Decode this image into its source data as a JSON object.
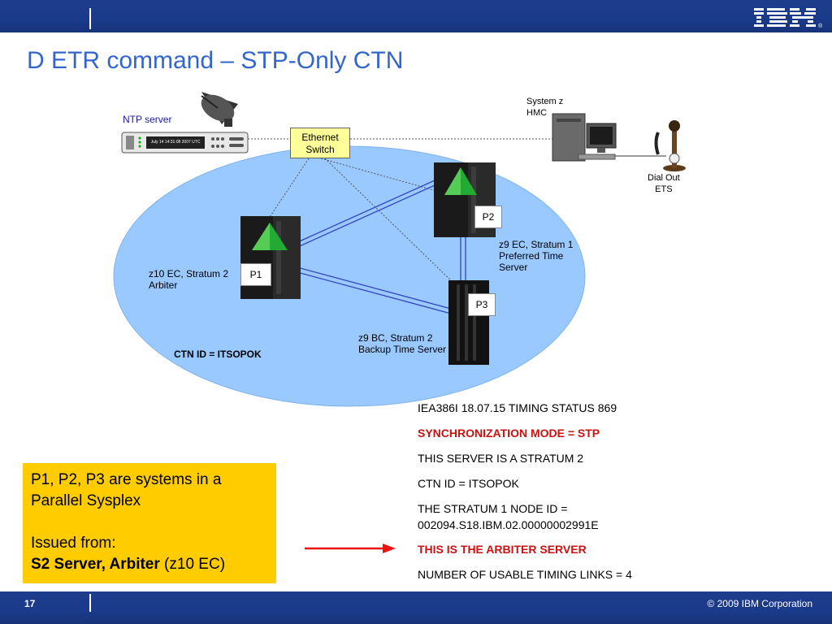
{
  "header": {
    "title": "D ETR command – STP-Only CTN",
    "logo_text": "IBM"
  },
  "diagram": {
    "ntp_server_label": "NTP server",
    "ntp_display": "July 14 14:31:08 2007 UTC",
    "ethernet_switch_line1": "Ethernet",
    "ethernet_switch_line2": "Switch",
    "hmc_line1": "System z",
    "hmc_line2": "HMC",
    "dialout_line1": "Dial Out",
    "dialout_line2": "ETS",
    "p1_label": "P1",
    "p2_label": "P2",
    "p3_label": "P3",
    "p1_desc_line1": "z10 EC, Stratum 2",
    "p1_desc_line2": "Arbiter",
    "p2_desc_line1": "z9 EC, Stratum 1",
    "p2_desc_line2": "Preferred Time",
    "p2_desc_line3": "Server",
    "p3_desc_line1": "z9 BC, Stratum 2",
    "p3_desc_line2": "Backup Time Server",
    "ctn_id_label": "CTN ID = ITSOPOK"
  },
  "status_output": {
    "lines": [
      "IEA386I 18.07.15 TIMING STATUS 869",
      "SYNCHRONIZATION MODE = STP",
      "THIS SERVER IS A STRATUM 2",
      "CTN ID = ITSOPOK",
      "THE STRATUM 1 NODE ID =",
      "002094.S18.IBM.02.00000002991E",
      "THIS IS THE ARBITER SERVER",
      "NUMBER OF USABLE TIMING LINKS = 4"
    ]
  },
  "note_box": {
    "line1": "P1, P2, P3 are systems in a",
    "line2": "Parallel Sysplex",
    "line3": "Issued from:",
    "line4_bold": "S2 Server, Arbiter",
    "line4_rest": " (z10 EC)"
  },
  "footer": {
    "page_number": "17",
    "copyright": "© 2009 IBM Corporation"
  },
  "colors": {
    "bar_blue": "#1a3a8a",
    "title_blue": "#3366cc",
    "ellipse_blue": "#99c9ff",
    "highlight_red": "#cc1111",
    "note_yellow": "#ffcc00",
    "switch_yellow": "#ffff99"
  }
}
